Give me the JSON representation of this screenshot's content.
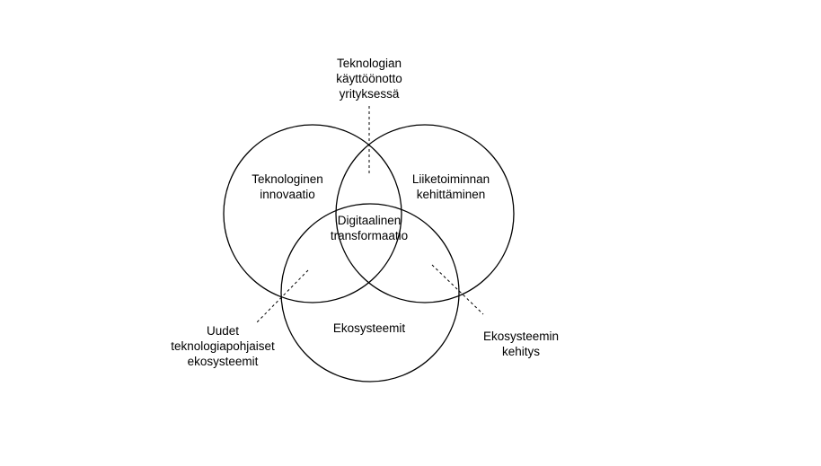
{
  "diagram": {
    "circles": {
      "technology_innovation": "Teknologinen\ninnovaatio",
      "business_development": "Liiketoiminnan\nkehittäminen",
      "ecosystems": "Ekosysteemit"
    },
    "center": "Digitaalinen\ntransformaatio",
    "callouts": {
      "technology_adoption": "Teknologian\nkäyttöönotto\nyrityksessä",
      "new_tech_ecosystems": "Uudet\nteknologiapohjaiset\nekosysteemit",
      "ecosystem_development": "Ekosysteemin\nkehitys"
    },
    "colors": {
      "stroke": "#000000",
      "background": "#ffffff"
    }
  }
}
